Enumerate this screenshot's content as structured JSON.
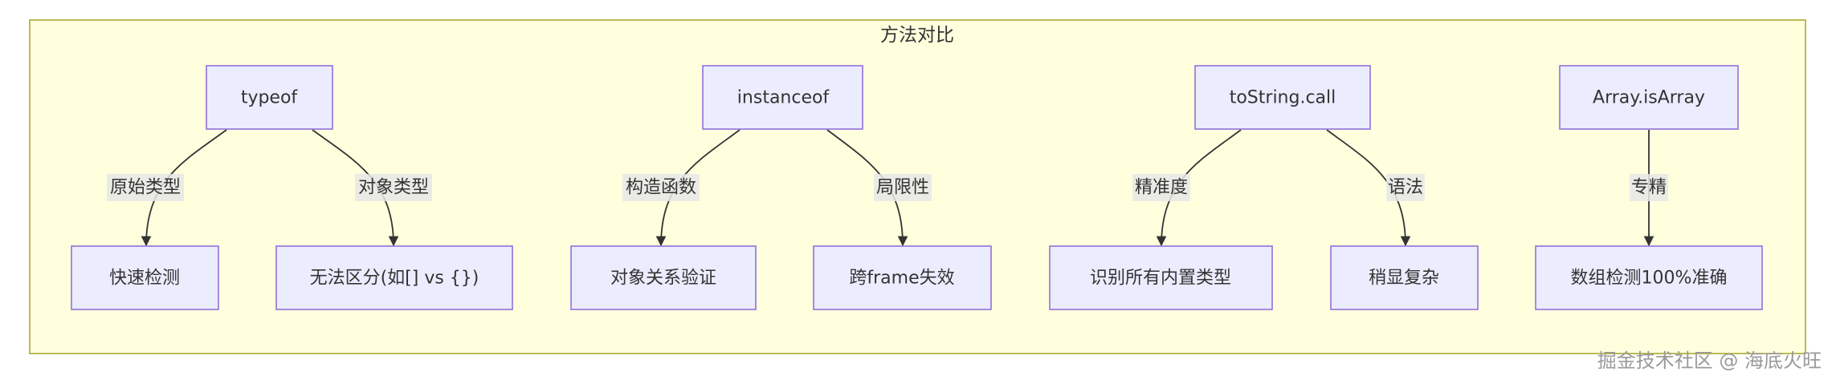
{
  "cluster": {
    "title": "方法对比"
  },
  "nodes": {
    "typeof": "typeof",
    "instanceof": "instanceof",
    "tostring": "toString.call",
    "isarray": "Array.isArray",
    "quick": "快速检测",
    "cannot_distinguish": "无法区分(如[] vs {})",
    "object_relation": "对象关系验证",
    "cross_frame": "跨frame失效",
    "identify_all": "识别所有内置类型",
    "complex": "稍显复杂",
    "array_accurate": "数组检测100%准确"
  },
  "edges": {
    "primitive": "原始类型",
    "object_type": "对象类型",
    "constructor": "构造函数",
    "limitation": "局限性",
    "precision": "精准度",
    "syntax": "语法",
    "dedicated": "专精"
  },
  "watermark": "掘金技术社区 @ 海底火旺",
  "colors": {
    "cluster_fill": "#ffffde",
    "cluster_stroke": "#aaaa33",
    "node_fill": "#ececff",
    "node_stroke": "#9370db",
    "edge": "#333333"
  }
}
